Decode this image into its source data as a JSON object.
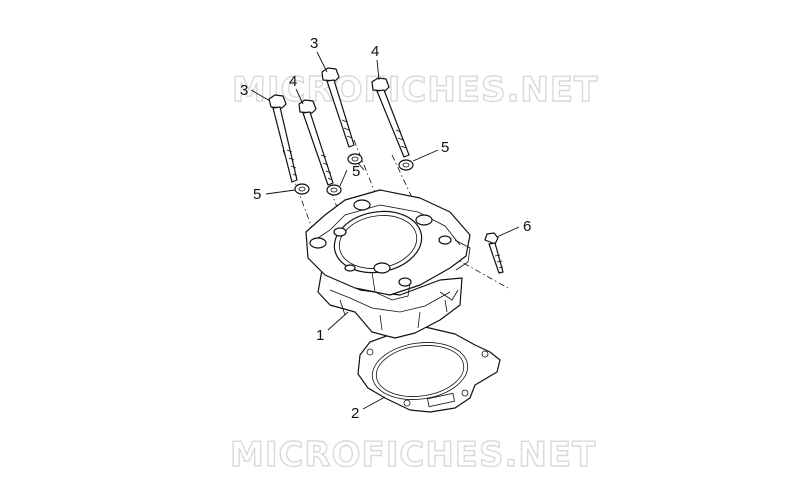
{
  "watermark": {
    "top": "MICROFICHES.NET",
    "bottom": "MICROFICHES.NET"
  },
  "callouts": [
    {
      "id": "callout-3-left",
      "label": "3"
    },
    {
      "id": "callout-3-top",
      "label": "3"
    },
    {
      "id": "callout-4-left",
      "label": "4"
    },
    {
      "id": "callout-4-top",
      "label": "4"
    },
    {
      "id": "callout-5-left",
      "label": "5"
    },
    {
      "id": "callout-5-center",
      "label": "5"
    },
    {
      "id": "callout-5-right",
      "label": "5"
    },
    {
      "id": "callout-6",
      "label": "6"
    },
    {
      "id": "callout-1",
      "label": "1"
    },
    {
      "id": "callout-2",
      "label": "2"
    }
  ],
  "parts": [
    {
      "number": "1",
      "icon": "cylinder-icon"
    },
    {
      "number": "2",
      "icon": "gasket-icon"
    },
    {
      "number": "3",
      "icon": "long-bolt-icon"
    },
    {
      "number": "4",
      "icon": "long-bolt-icon"
    },
    {
      "number": "5",
      "icon": "washer-icon"
    },
    {
      "number": "6",
      "icon": "screw-icon"
    }
  ]
}
